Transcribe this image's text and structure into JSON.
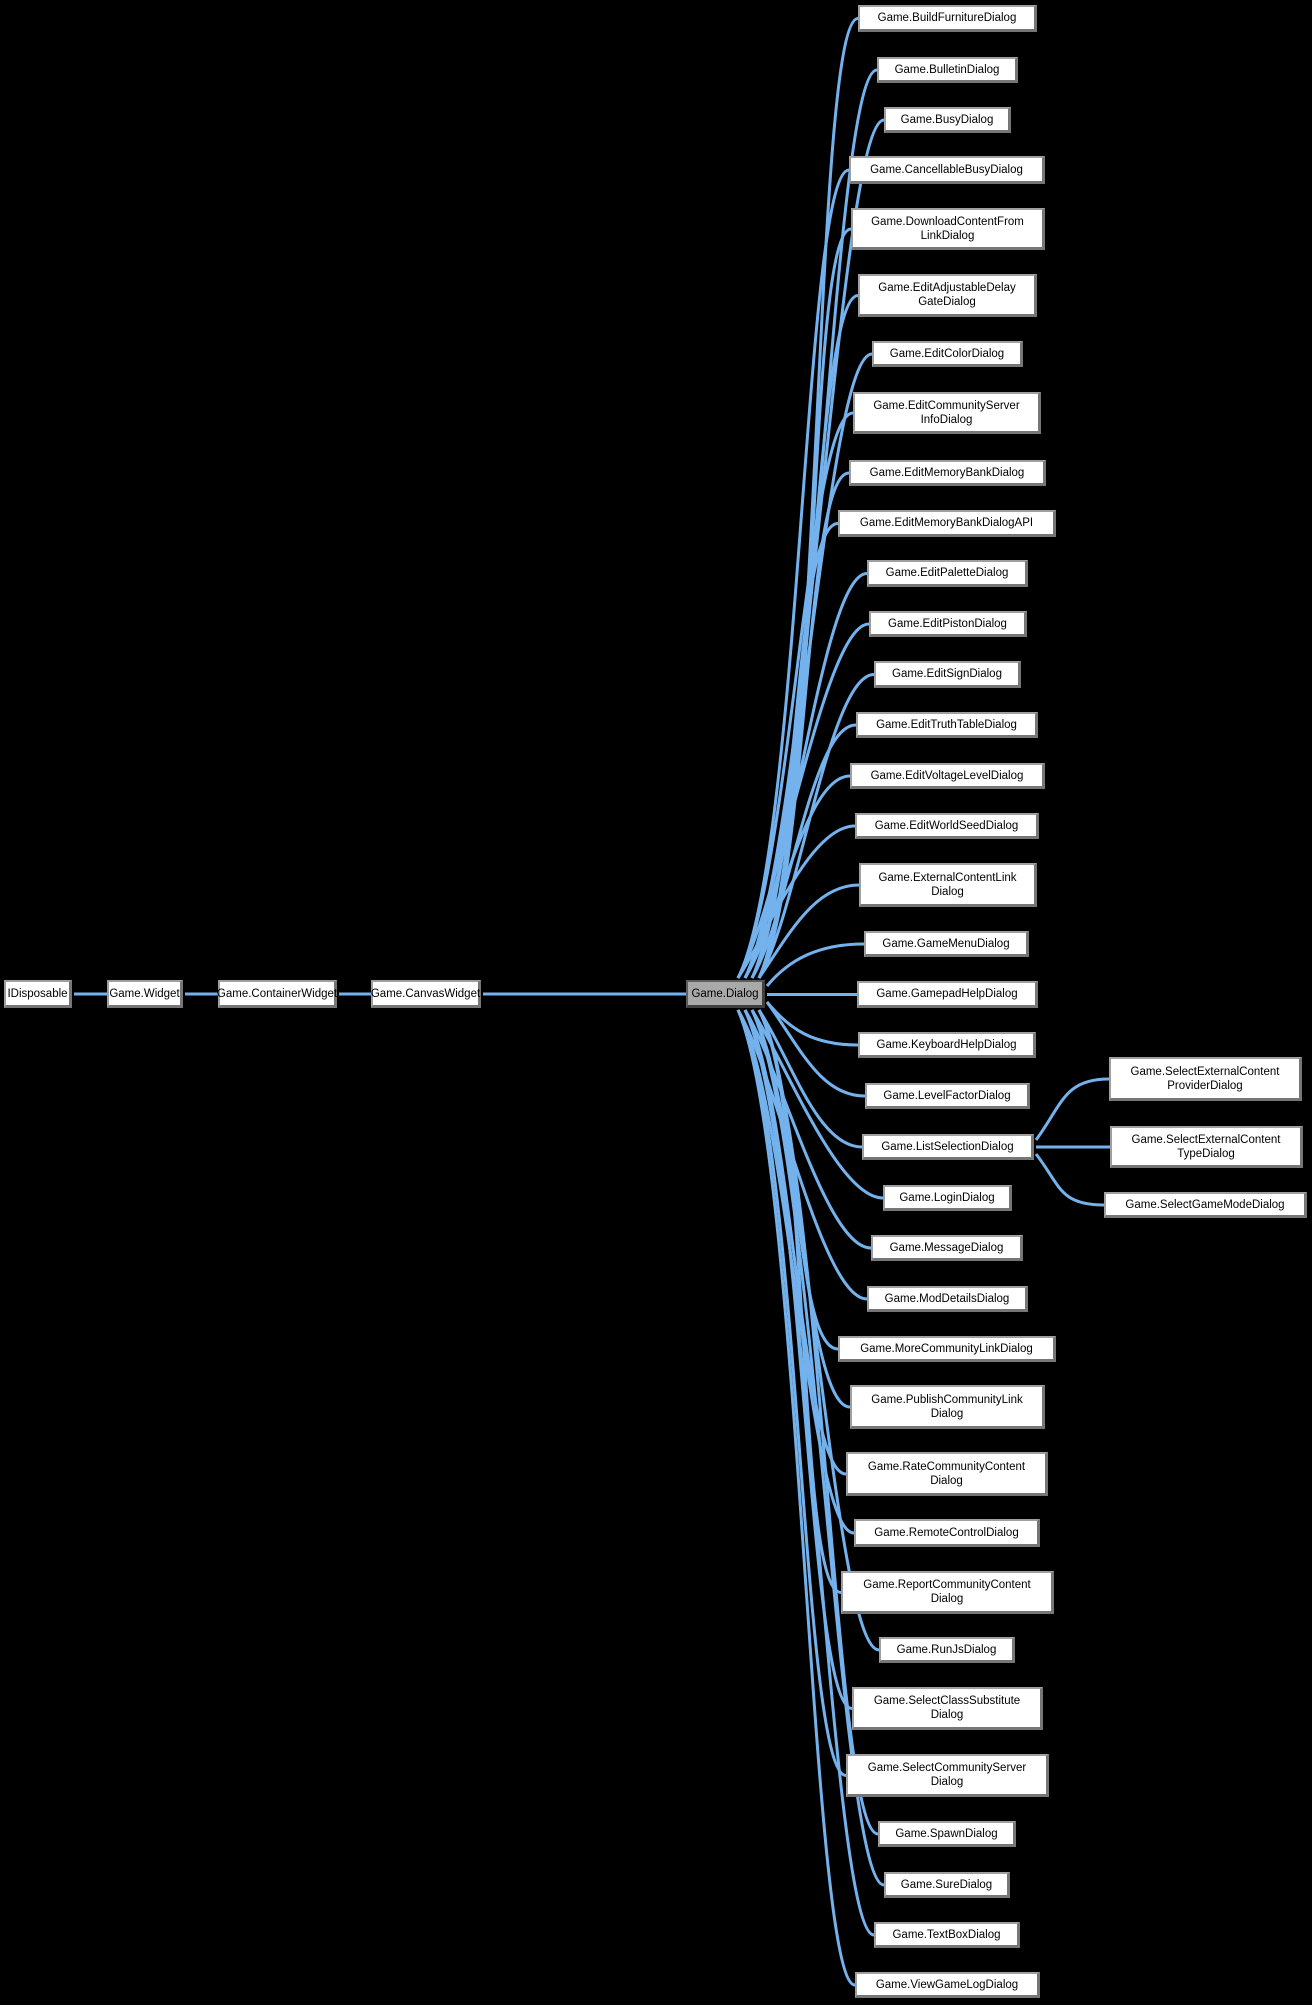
{
  "diagram": {
    "title": "Game.Dialog inheritance graph",
    "colors": {
      "background": "#000000",
      "arrow": "#74b2ee",
      "node_fill": "#ffffff",
      "node_border": "#9f9f9f",
      "highlight_fill": "#a9a9a9",
      "text": "#000000"
    },
    "nodes": {
      "idisposable": {
        "label": "IDisposable"
      },
      "widget": {
        "label": "Game.Widget"
      },
      "containerwidget": {
        "label": "Game.ContainerWidget"
      },
      "canvaswidget": {
        "label": "Game.CanvasWidget"
      },
      "dialog": {
        "label": "Game.Dialog"
      },
      "buildfurniture": {
        "label": "Game.BuildFurnitureDialog"
      },
      "bulletin": {
        "label": "Game.BulletinDialog"
      },
      "busy": {
        "label": "Game.BusyDialog"
      },
      "cancellablebusy": {
        "label": "Game.CancellableBusyDialog"
      },
      "downloadcontentfromlink": {
        "label": "Game.DownloadContentFrom\nLinkDialog"
      },
      "editadjustabledelaygate": {
        "label": "Game.EditAdjustableDelay\nGateDialog"
      },
      "editcolor": {
        "label": "Game.EditColorDialog"
      },
      "editcommunityserverinfo": {
        "label": "Game.EditCommunityServer\nInfoDialog"
      },
      "editmemorybank": {
        "label": "Game.EditMemoryBankDialog"
      },
      "editmemorybankapi": {
        "label": "Game.EditMemoryBankDialogAPI"
      },
      "editpalette": {
        "label": "Game.EditPaletteDialog"
      },
      "editpiston": {
        "label": "Game.EditPistonDialog"
      },
      "editsign": {
        "label": "Game.EditSignDialog"
      },
      "edittruthtable": {
        "label": "Game.EditTruthTableDialog"
      },
      "editvoltagelevel": {
        "label": "Game.EditVoltageLevelDialog"
      },
      "editworldseed": {
        "label": "Game.EditWorldSeedDialog"
      },
      "externalcontentlink": {
        "label": "Game.ExternalContentLink\nDialog"
      },
      "gamemenu": {
        "label": "Game.GameMenuDialog"
      },
      "gamepadhelp": {
        "label": "Game.GamepadHelpDialog"
      },
      "keyboardhelp": {
        "label": "Game.KeyboardHelpDialog"
      },
      "levelfactor": {
        "label": "Game.LevelFactorDialog"
      },
      "listselection": {
        "label": "Game.ListSelectionDialog"
      },
      "login": {
        "label": "Game.LoginDialog"
      },
      "message": {
        "label": "Game.MessageDialog"
      },
      "moddetails": {
        "label": "Game.ModDetailsDialog"
      },
      "morecommunitylink": {
        "label": "Game.MoreCommunityLinkDialog"
      },
      "publishcommunitylink": {
        "label": "Game.PublishCommunityLink\nDialog"
      },
      "ratecommunitycontent": {
        "label": "Game.RateCommunityContent\nDialog"
      },
      "remotecontrol": {
        "label": "Game.RemoteControlDialog"
      },
      "reportcommunitycontent": {
        "label": "Game.ReportCommunityContent\nDialog"
      },
      "runjs": {
        "label": "Game.RunJsDialog"
      },
      "selectclasssubstitute": {
        "label": "Game.SelectClassSubstitute\nDialog"
      },
      "selectcommunityserver": {
        "label": "Game.SelectCommunityServer\nDialog"
      },
      "spawn": {
        "label": "Game.SpawnDialog"
      },
      "sure": {
        "label": "Game.SureDialog"
      },
      "textbox": {
        "label": "Game.TextBoxDialog"
      },
      "viewgamelog": {
        "label": "Game.ViewGameLogDialog"
      },
      "selectexternalcontentprovider": {
        "label": "Game.SelectExternalContent\nProviderDialog"
      },
      "selectexternalcontenttype": {
        "label": "Game.SelectExternalContent\nTypeDialog"
      },
      "selectgamemode": {
        "label": "Game.SelectGameModeDialog"
      }
    }
  }
}
